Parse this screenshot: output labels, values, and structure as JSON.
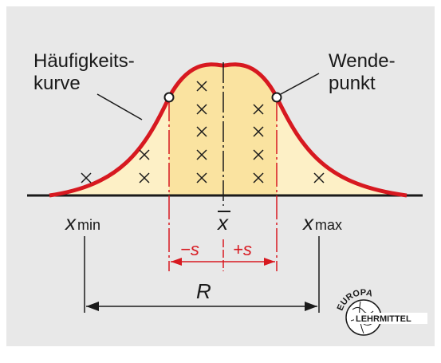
{
  "labels": {
    "curve_line1": "Häufigkeits-",
    "curve_line2": "kurve",
    "inflection_line1": "Wende-",
    "inflection_line2": "punkt",
    "xmin_base": "x",
    "xmin_sub": "min",
    "xmax_base": "x",
    "xmax_sub": "max",
    "mean": "x",
    "minus_s": "−s",
    "plus_s": "+s",
    "range": "R"
  },
  "logo": {
    "top": "EUROPA",
    "bottom": "LEHRMITTEL"
  },
  "colors": {
    "curve": "#d71920",
    "fill": "#fdf0c6",
    "panel": "#e8e8e8",
    "ink": "#1a1a1a"
  }
}
